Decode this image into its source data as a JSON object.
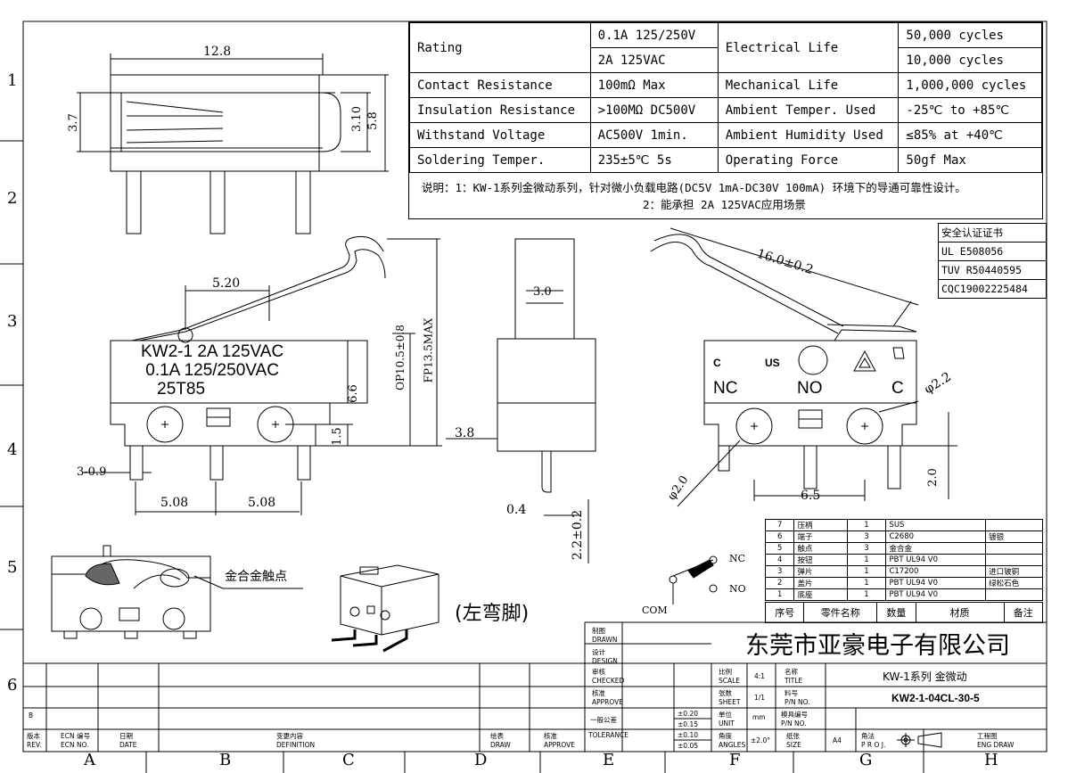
{
  "spec": {
    "rows": [
      [
        "Rating",
        "0.1A  125/250V",
        "Electrical Life",
        "50,000 cycles"
      ],
      [
        "",
        "2A  125VAC",
        "",
        "10,000 cycles"
      ],
      [
        "Contact Resistance",
        "100mΩ  Max",
        "Mechanical Life",
        "1,000,000 cycles"
      ],
      [
        "Insulation Resistance",
        ">100MΩ  DC500V",
        "Ambient Temper. Used",
        "-25℃ to +85℃"
      ],
      [
        "Withstand Voltage",
        "AC500V  1min.",
        "Ambient Humidity Used",
        "≤85% at +40℃"
      ],
      [
        "Soldering Temper.",
        "235±5℃ 5s",
        "Operating Force",
        "50gf Max"
      ]
    ],
    "note1": "说明：1：KW-1系列金微动系列，针对微小负载电路(DC5V 1mA-DC30V 100mA) 环境下的导通可靠性设计。",
    "note2": "2：能承担 2A 125VAC应用场景"
  },
  "cert": {
    "title": "安全认证证书",
    "items": [
      "UL E508056",
      "TUV R50440595",
      "CQC19002225484"
    ]
  },
  "body_label": {
    "line1": "KW2-1  2A 125VAC",
    "line2": "0.1A 125/250VAC",
    "line3": "25T85"
  },
  "dims": {
    "d_12_8": "12.8",
    "d_3_7": "3.7",
    "d_3_10": "3.10",
    "d_5_8": "5.8",
    "d_5_20": "5.20",
    "d_6_6": "6.6",
    "d_1_5": "1.5",
    "d_3_0_9": "3-0.9",
    "d_5_08a": "5.08",
    "d_5_08b": "5.08",
    "d_op": "OP10.5±0.8",
    "d_fp": "FP13.5MAX",
    "d_3_0": "3.0",
    "d_3_8": "3.8",
    "d_0_4": "0.4",
    "d_2_2": "2.2±0.2",
    "d_16": "16.0±0.2",
    "d_phi22": "φ2.2",
    "d_phi20": "φ2.0",
    "d_phi20b": "2.0",
    "d_6_5": "6.5"
  },
  "terminals": {
    "nc": "NC",
    "no": "NO",
    "c": "C"
  },
  "cert_marks": {
    "c": "C",
    "us": "US"
  },
  "gold_contact": "金合金触点",
  "left_bend": "(左弯脚)",
  "schematic": {
    "nc": "NC",
    "no": "NO",
    "com": "COM"
  },
  "bom": {
    "rows": [
      [
        "7",
        "压柄",
        "1",
        "SUS",
        ""
      ],
      [
        "6",
        "端子",
        "3",
        "C2680",
        "镀银"
      ],
      [
        "5",
        "触点",
        "3",
        "金合金",
        ""
      ],
      [
        "4",
        "按钮",
        "1",
        "PBT UL94 V0",
        ""
      ],
      [
        "3",
        "弹片",
        "1",
        "C17200",
        "进口铍铜"
      ],
      [
        "2",
        "盖片",
        "1",
        "PBT UL94 V0",
        "绿松石色"
      ],
      [
        "1",
        "底座",
        "1",
        "PBT UL94 V0",
        ""
      ]
    ],
    "header": [
      "序号",
      "零件名称",
      "数量",
      "材质",
      "备注"
    ]
  },
  "title_block": {
    "company": "东莞市亚豪电子有限公司",
    "title": "KW-1系列 金微动",
    "pn": "KW2-1-04CL-30-5",
    "scale": "4:1",
    "sheet": "1/1",
    "unit": "mm",
    "angles": "±2.0°",
    "size": "A4",
    "tolerances": [
      "±0.20",
      "±0.15",
      "±0.10",
      "±0.05"
    ],
    "labels": {
      "drawn": "制图",
      "drawn_en": "DRAWN",
      "design": "设计",
      "design_en": "DESIGN",
      "checked": "审核",
      "checked_en": "CHECKED",
      "approve": "核准",
      "approve_en": "APPROVE",
      "general_tol": "一般公差",
      "tolerance_en": "TOLERANCE",
      "scale": "比例",
      "scale_en": "SCALE",
      "sheet": "张数",
      "sheet_en": "SHEET",
      "unit": "单位",
      "unit_en": "UNIT",
      "angle": "角度",
      "angle_en": "ANGLES",
      "name": "名称",
      "name_en": "TITLE",
      "pn": "料号",
      "pn_en": "P/N NO.",
      "mold": "模具编号",
      "mold_en": "P/N NO.",
      "size": "纸张",
      "size_en": "SIZE",
      "proj": "角法",
      "proj_en": "P R O J.",
      "eng": "工程图",
      "eng_en": "ENG DRAW",
      "rev": "版本",
      "rev_en": "REV.",
      "ecn": "ECN 编号",
      "ecn_en": "ECN NO.",
      "date": "日期",
      "date_en": "DATE",
      "change": "变更内容",
      "change_en": "DEFINITION",
      "draw": "绘表",
      "draw_en": "DRAW",
      "approve2": "核准",
      "approve2_en": "APPROVE",
      "b": "B"
    }
  },
  "border": {
    "cols": [
      "A",
      "B",
      "C",
      "D",
      "E",
      "F",
      "G",
      "H"
    ],
    "rows": [
      "1",
      "2",
      "3",
      "4",
      "5",
      "6"
    ]
  }
}
